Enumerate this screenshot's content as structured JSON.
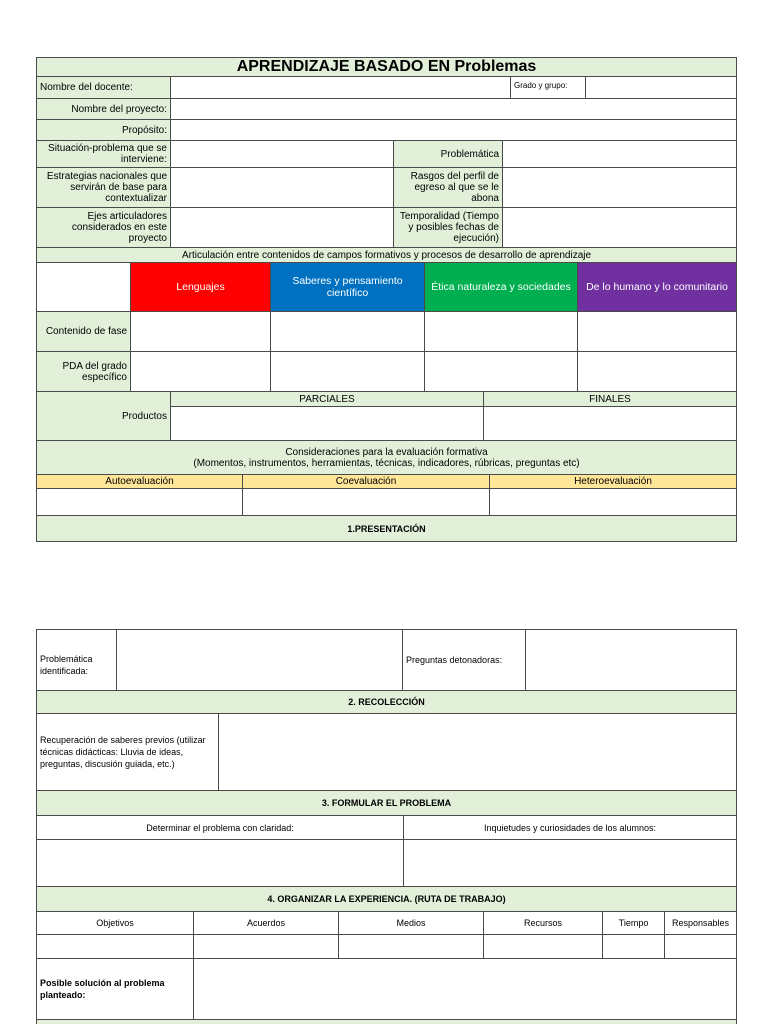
{
  "colors": {
    "green": "#e2efd9",
    "yellow": "#ffe699",
    "red": "#ff0000",
    "blue": "#0070c0",
    "teal": "#00b050",
    "purple": "#7030a0"
  },
  "part1": {
    "title": "APRENDIZAJE BASADO EN Problemas",
    "nombre_docente": "Nombre del docente:",
    "grado_grupo": "Grado y grupo:",
    "nombre_proyecto": "Nombre del proyecto:",
    "proposito": "Propósito:",
    "situacion": "Situación-problema que se interviene:",
    "problematica": "Problemática",
    "estrategias": "Estrategias nacionales que servirán de base para contextualizar",
    "rasgos": "Rasgos del perfil de egreso al que se le abona",
    "ejes": "Ejes articuladores considerados en este proyecto",
    "temporalidad": "Temporalidad (Tiempo y posibles fechas de ejecución)",
    "articulacion": "Articulación entre contenidos de campos formativos y procesos de desarrollo de aprendizaje",
    "campos": [
      "Lenguajes",
      "Saberes y pensamiento científico",
      "Ética naturaleza y sociedades",
      "De lo humano y lo comunitario"
    ],
    "contenido_fase": "Contenido de fase",
    "pda": "PDA del grado específico",
    "productos": "Productos",
    "parciales": "PARCIALES",
    "finales": "FINALES",
    "consideraciones_1": "Consideraciones para la evaluación formativa",
    "consideraciones_2": "(Momentos, instrumentos, herramientas, técnicas, indicadores, rúbricas, preguntas etc)",
    "autoevaluacion": "Autoevaluación",
    "coevaluacion": "Coevaluación",
    "heteroevaluacion": "Heteroevaluación",
    "presentacion": "1.PRESENTACIÓN"
  },
  "part2": {
    "problematica_identificada": "Problemática identificada:",
    "preguntas_detonadoras": "Preguntas detonadoras:",
    "recoleccion": "2. RECOLECCIÓN",
    "recuperacion": "Recuperación de saberes previos (utilizar técnicas didácticas: Lluvia de ideas, preguntas, discusión guiada, etc.)",
    "formular": "3. FORMULAR EL PROBLEMA",
    "determinar": "Determinar el problema con claridad:",
    "inquietudes": "Inquietudes y curiosidades de los alumnos:",
    "organizar": "4. ORGANIZAR LA EXPERIENCIA. (RUTA DE TRABAJO)",
    "columnas": [
      "Objetivos",
      "Acuerdos",
      "Medios",
      "Recursos",
      "Tiempo",
      "Responsables"
    ],
    "posible_solucion": "Posible solución al problema planteado:"
  }
}
